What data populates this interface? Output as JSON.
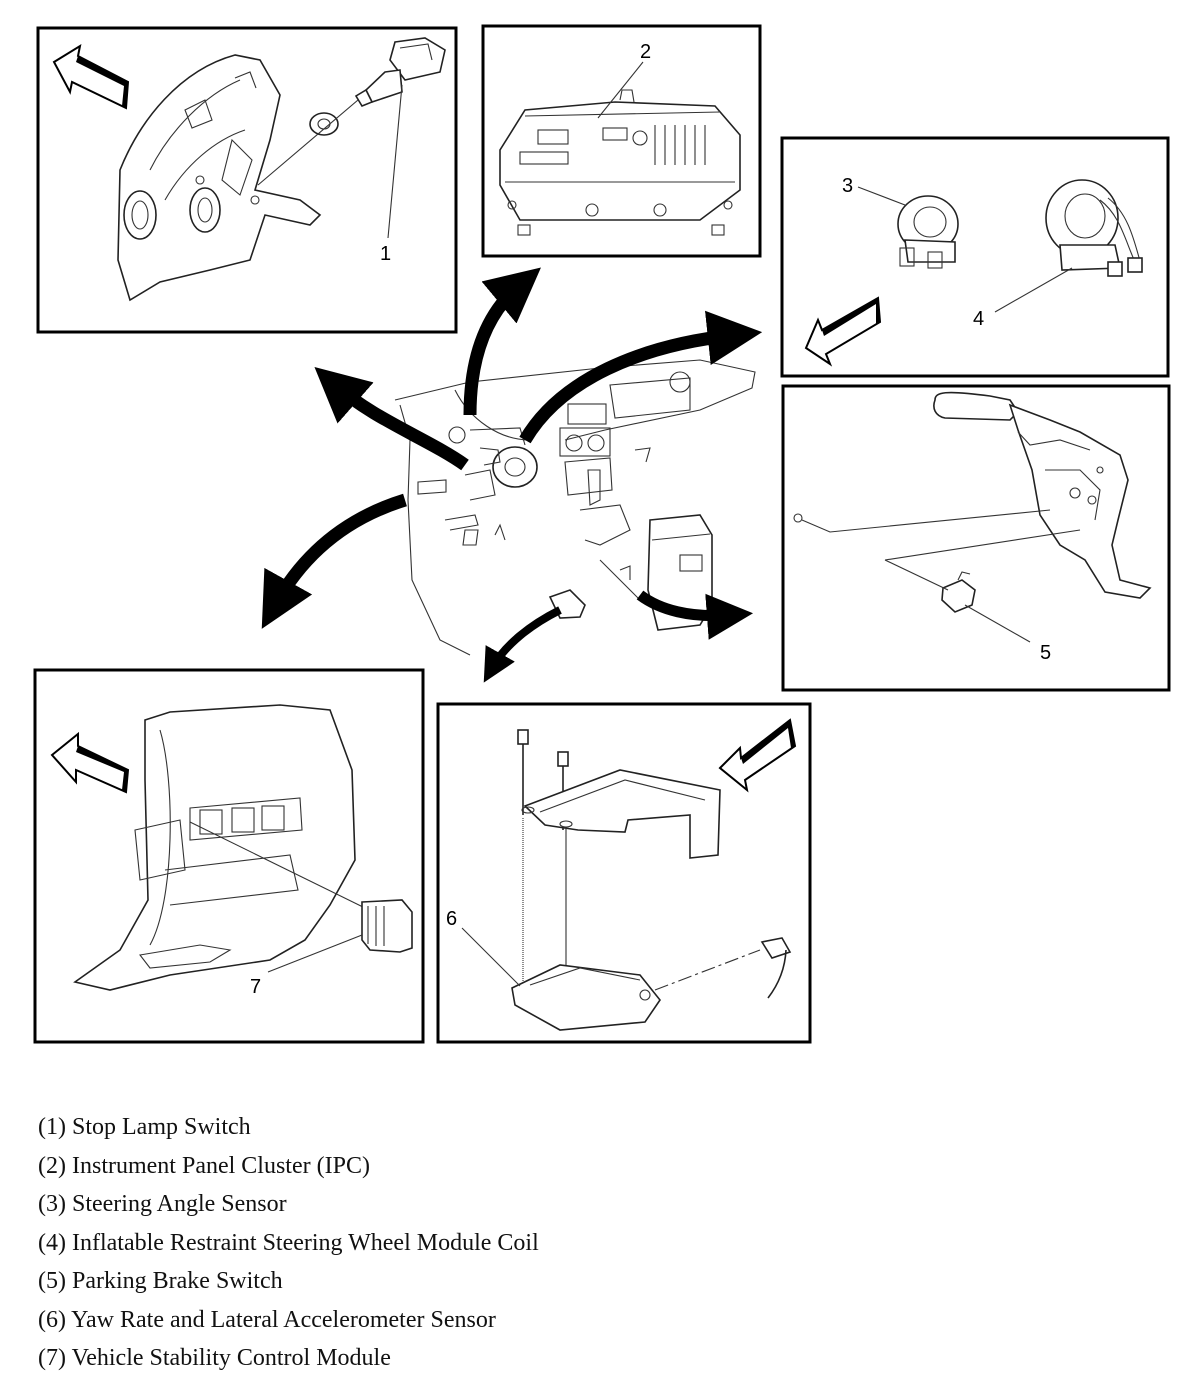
{
  "callouts": {
    "c1": "1",
    "c2": "2",
    "c3": "3",
    "c4": "4",
    "c5": "5",
    "c6": "6",
    "c7": "7"
  },
  "legend": [
    {
      "number": "(1)",
      "text": "Stop Lamp Switch"
    },
    {
      "number": "(2)",
      "text": "Instrument Panel Cluster (IPC)"
    },
    {
      "number": "(3)",
      "text": "Steering Angle Sensor"
    },
    {
      "number": "(4)",
      "text": "Inflatable Restraint Steering Wheel Module Coil"
    },
    {
      "number": "(5)",
      "text": "Parking Brake Switch"
    },
    {
      "number": "(6)",
      "text": "Yaw Rate and Lateral Accelerometer Sensor"
    },
    {
      "number": "(7)",
      "text": "Vehicle Stability Control Module"
    }
  ]
}
